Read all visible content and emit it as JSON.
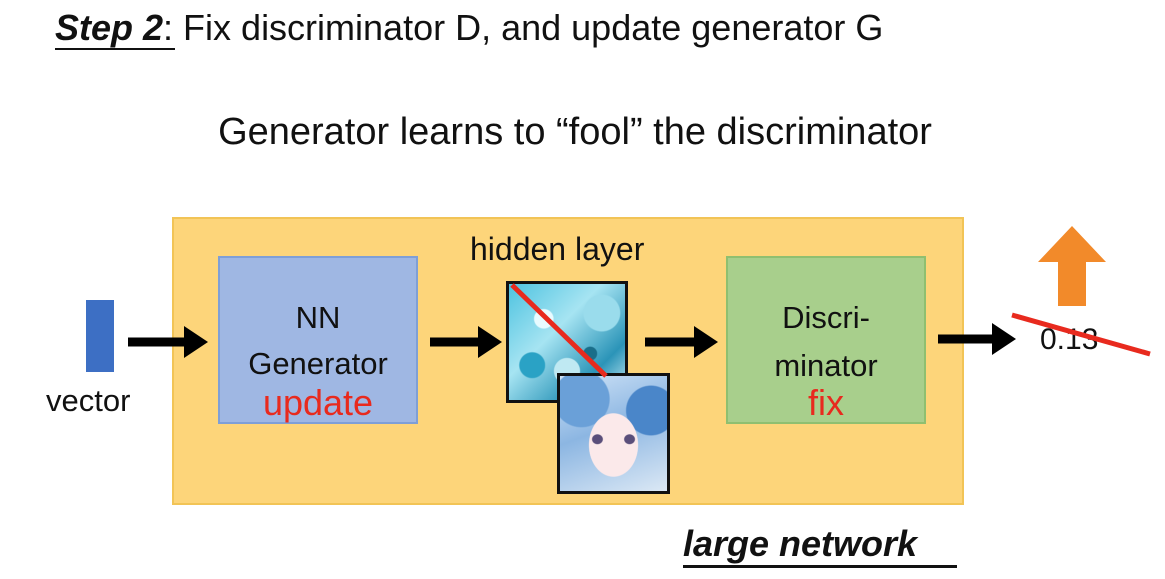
{
  "title": {
    "step": "Step 2",
    "rest": ": Fix discriminator D, and update generator G"
  },
  "subtitle": "Generator learns to “fool” the discriminator",
  "input": {
    "label": "vector"
  },
  "generator": {
    "line1": "NN",
    "line2": "Generator",
    "status": "update"
  },
  "hidden_layer": {
    "label": "hidden layer"
  },
  "discriminator": {
    "line1": "Discri-",
    "line2": "minator",
    "status": "fix"
  },
  "output": {
    "value": "0.13"
  },
  "network_label": "large network",
  "colors": {
    "network_box": "#fdd57a",
    "generator_box": "#9fb7e3",
    "discriminator_box": "#a8cf8c",
    "vector_bar": "#3d6fc4",
    "status_text": "#e82a1e",
    "strike": "#e82a1e",
    "up_arrow": "#f28a2a"
  },
  "icons": {
    "flow_arrow": "right-arrow-icon",
    "output_trend": "up-arrow-icon"
  }
}
